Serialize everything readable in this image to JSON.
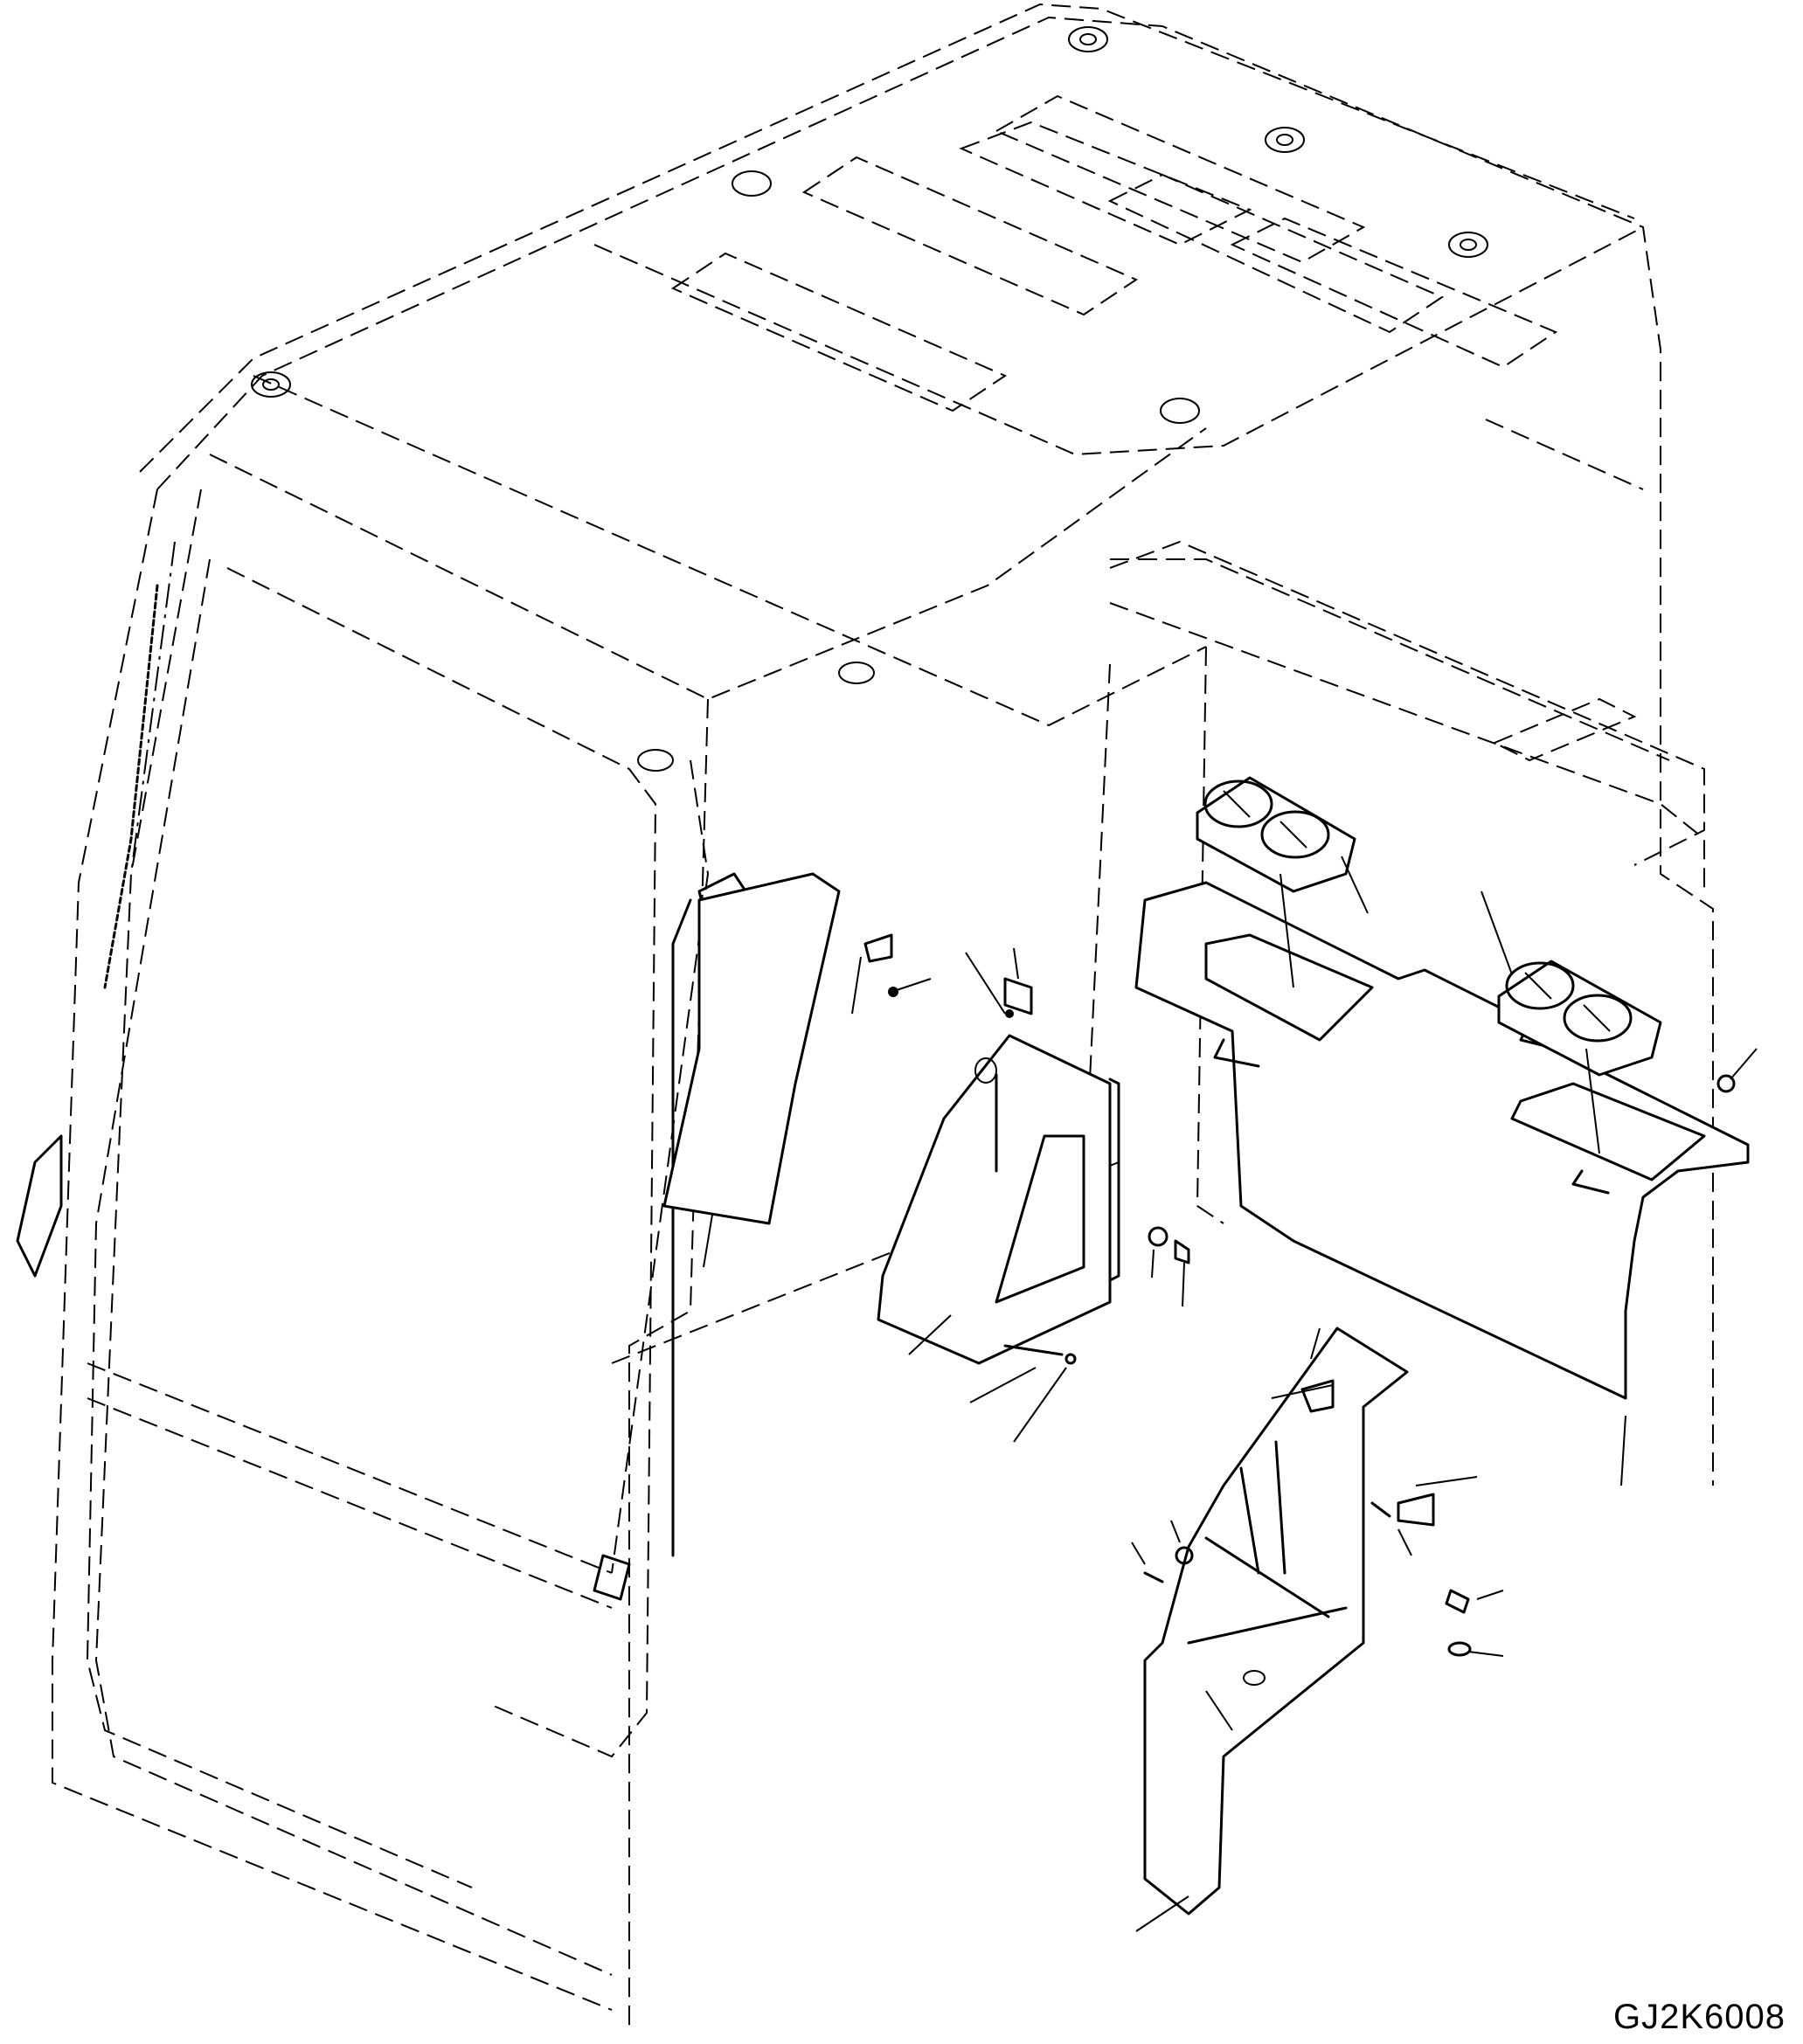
{
  "diagram": {
    "type": "exploded-parts-illustration",
    "subject": "operator cab interior - rear panel, cup holders, side brackets and covers",
    "drawing_id": "GJ2K6008",
    "callouts_visible": false,
    "line_color": "#000000",
    "background_color": "#ffffff",
    "components": [
      {
        "name": "cab-frame",
        "style": "dashed phantom outline"
      },
      {
        "name": "cup-holder-left",
        "style": "solid"
      },
      {
        "name": "cup-holder-right",
        "style": "solid"
      },
      {
        "name": "rear-trim-panel",
        "style": "solid"
      },
      {
        "name": "side-cover-curved",
        "style": "solid"
      },
      {
        "name": "bracket-box",
        "style": "solid"
      },
      {
        "name": "lower-side-cover",
        "style": "solid"
      },
      {
        "name": "fasteners",
        "style": "solid (bolts, washers, pins, clips)"
      }
    ]
  }
}
